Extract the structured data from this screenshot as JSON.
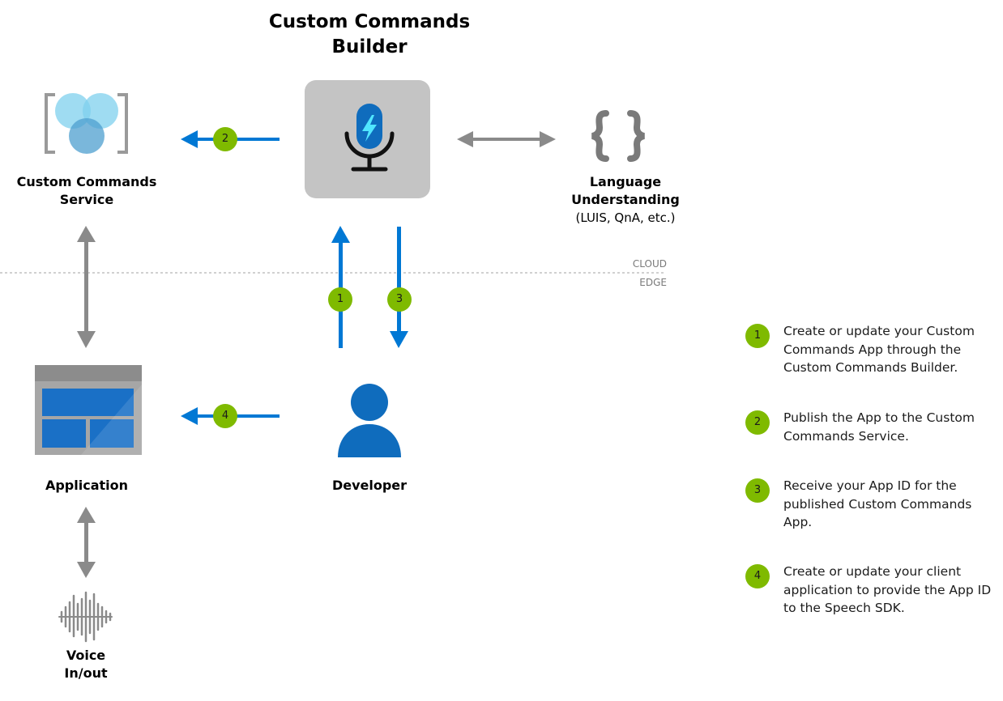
{
  "title": "Custom Commands Builder",
  "nodes": {
    "service": "Custom Commands Service",
    "language": "Language Understanding",
    "language_sub": "(LUIS, QnA, etc.)",
    "application": "Application",
    "developer": "Developer",
    "voice": "Voice In/out"
  },
  "zones": {
    "cloud": "CLOUD",
    "edge": "EDGE"
  },
  "flow_badges": [
    "1",
    "2",
    "3",
    "4"
  ],
  "legend": [
    {
      "num": "1",
      "text": "Create or update your Custom Commands App through the Custom Commands Builder."
    },
    {
      "num": "2",
      "text": "Publish the App to the Custom Commands Service."
    },
    {
      "num": "3",
      "text": "Receive your App ID for the published Custom Commands App."
    },
    {
      "num": "4",
      "text": "Create or update your client application to provide the App ID to the Speech SDK."
    }
  ],
  "colors": {
    "flow_arrow": "#0078d4",
    "link_arrow": "#8a8a8a",
    "badge": "#7fba00",
    "builder_tile": "#c4c4c4",
    "divider": "#a0a0a0"
  },
  "icons": {
    "builder": "microphone-lightning-icon",
    "service": "overlapping-circles-brackets-icon",
    "language": "curly-braces-icon",
    "application": "app-window-icon",
    "developer": "person-icon",
    "voice": "waveform-icon"
  }
}
